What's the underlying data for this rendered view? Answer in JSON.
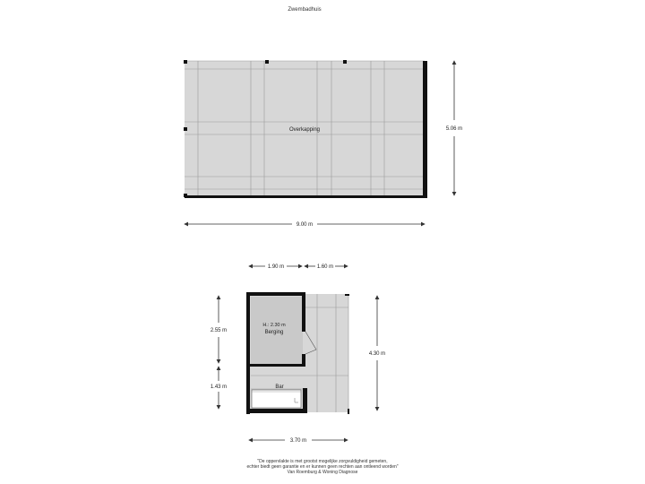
{
  "title": "Zwembadhuis",
  "overkapping": {
    "label": "Overkapping",
    "width_label": "9.00 m",
    "depth_label": "5.06 m"
  },
  "building": {
    "top_dim_left": "1.90 m",
    "top_dim_right": "1.60 m",
    "left_dim_upper": "2.55 m",
    "left_dim_lower": "1.43 m",
    "right_dim": "4.30 m",
    "bottom_dim": "3.70 m",
    "berging_height": "H.: 2.30 m",
    "berging_label": "Berging",
    "bar_label": "Bar"
  },
  "disclaimer": {
    "line1": "\"De oppervlakte is met grootst mogelijke zorgvuldigheid gemeten,",
    "line2": "echter biedt geen garantie en er kunnen geen rechten aan ontleend worden\"",
    "line3": "Van Roemburg & Woning Diagnose"
  },
  "colors": {
    "wall": "#111111",
    "floor": "#d7d7d7",
    "grid": "#9a9a9a"
  }
}
